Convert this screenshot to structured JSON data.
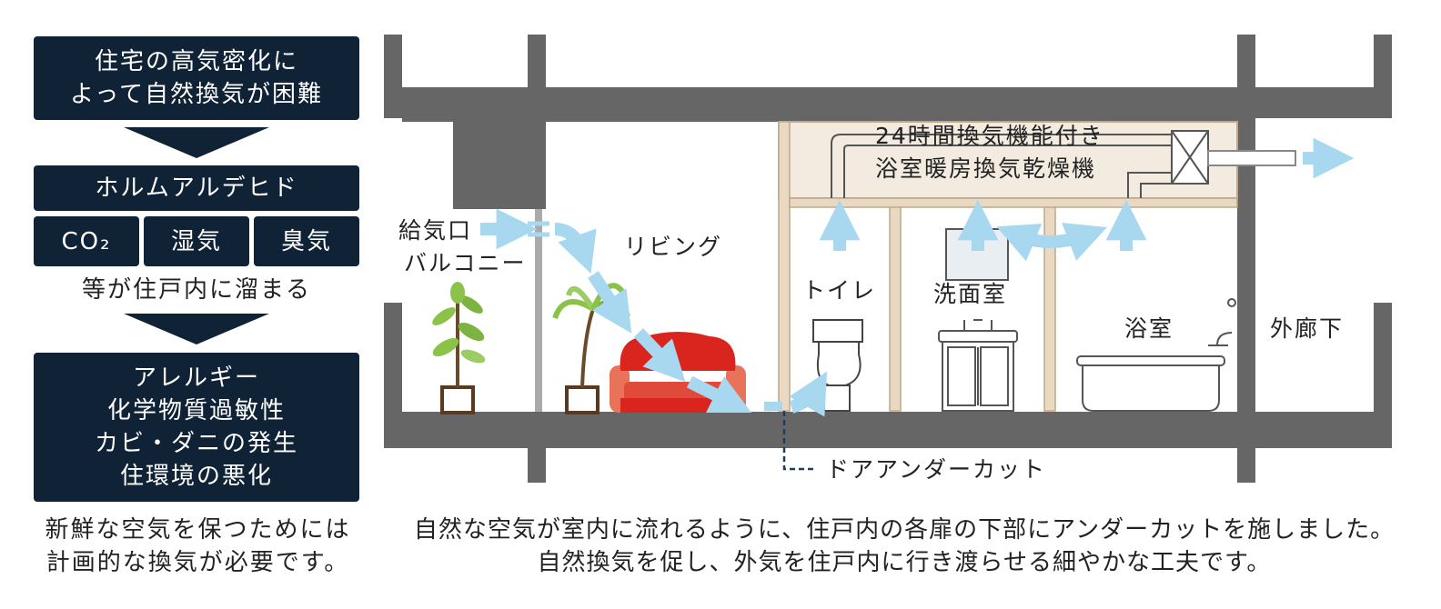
{
  "flow": {
    "box1": [
      "住宅の高気密化に",
      "よって自然換気が困難"
    ],
    "box2": "ホルムアルデヒド",
    "sub_boxes": [
      "CO₂",
      "湿気",
      "臭気"
    ],
    "box2_note": "等が住戸内に溜まる",
    "box3": [
      "アレルギー",
      "化学物質過敏性",
      "カビ・ダニの発生",
      "住環境の悪化"
    ],
    "conclusion": [
      "新鮮な空気を保つためには",
      "計画的な換気が必要です。"
    ]
  },
  "diagram": {
    "labels": {
      "intake": "給気口",
      "balcony": "バルコニー",
      "living": "リビング",
      "toilet": "トイレ",
      "washroom": "洗面室",
      "bathroom": "浴室",
      "corridor": "外廊下",
      "fan_line1": "24時間換気機能付き",
      "fan_line2": "浴室暖房換気乾燥機",
      "undercut": "ドアアンダーカット"
    },
    "colors": {
      "structure": "#666666",
      "airflow": "#a8d8f0",
      "partition": "#ead9c2",
      "sofa": "#d9251d"
    }
  },
  "caption": [
    "自然な空気が室内に流れるように、住戸内の各扉の下部にアンダーカットを施しました。",
    "自然換気を促し、外気を住戸内に行き渡らせる細やかな工夫です。"
  ]
}
